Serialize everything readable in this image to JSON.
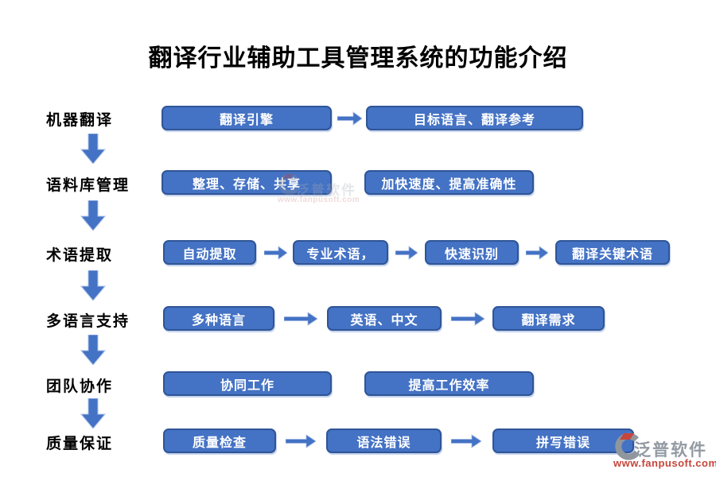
{
  "title": "翻译行业辅助工具管理系统的功能介绍",
  "colors": {
    "box_fill": "#4472C4",
    "box_border": "#2F5597",
    "arrow": "#4472C4",
    "title_text": "#000000",
    "watermark_gray": "#939AA3",
    "watermark_red": "#C5463B"
  },
  "icons": {
    "down_arrow": "down-arrow-icon",
    "right_arrow": "right-arrow-icon",
    "logo": "fanpu-logo-icon"
  },
  "rows": [
    {
      "label": "机器翻译",
      "boxes": [
        "翻译引擎",
        "目标语言、翻译参考"
      ]
    },
    {
      "label": "语料库管理",
      "boxes": [
        "整理、存储、共享",
        "加快速度、提高准确性"
      ]
    },
    {
      "label": "术语提取",
      "boxes": [
        "自动提取",
        "专业术语，",
        "快速识别",
        "翻译关键术语"
      ]
    },
    {
      "label": "多语言支持",
      "boxes": [
        "多种语言",
        "英语、中文",
        "翻译需求"
      ]
    },
    {
      "label": "团队协作",
      "boxes": [
        "协同工作",
        "提高工作效率"
      ]
    },
    {
      "label": "质量保证",
      "boxes": [
        "质量检查",
        "语法错误",
        "拼写错误"
      ]
    }
  ],
  "watermark": {
    "brand": "泛普软件",
    "url": "www.fanpusoft.com"
  }
}
